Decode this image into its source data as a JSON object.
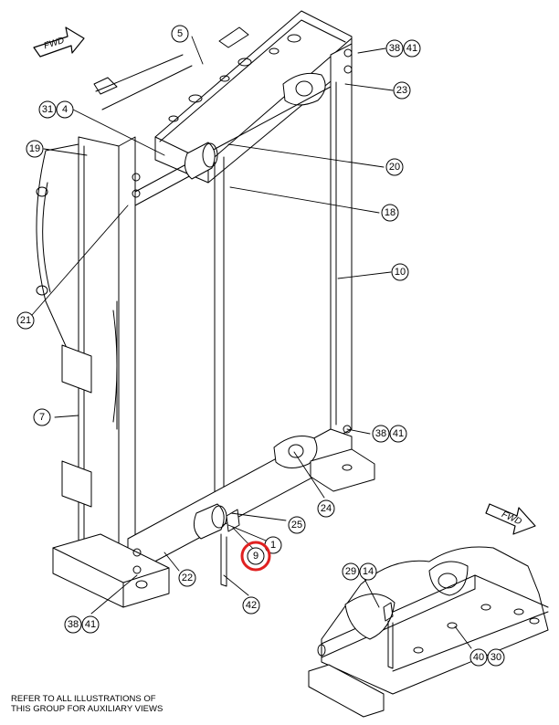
{
  "diagram": {
    "fwd_arrow_label": "FWD",
    "highlighted_callout": "9",
    "highlight_color": "#e02020",
    "line_color": "#000000",
    "callouts": {
      "c5": "5",
      "c38_top": "38",
      "c41_top": "41",
      "c23": "23",
      "c31": "31",
      "c4": "4",
      "c19": "19",
      "c20": "20",
      "c18": "18",
      "c10": "10",
      "c21": "21",
      "c7": "7",
      "c38_mid": "38",
      "c41_mid": "41",
      "c24": "24",
      "c25": "25",
      "c1": "1",
      "c9": "9",
      "c22": "22",
      "c42": "42",
      "c38_bot": "38",
      "c41_bot": "41",
      "c29": "29",
      "c14": "14",
      "c40": "40",
      "c30": "30"
    }
  },
  "footer_note": {
    "line1": "REFER TO ALL ILLUSTRATIONS OF",
    "line2": "THIS GROUP FOR AUXILIARY VIEWS"
  }
}
